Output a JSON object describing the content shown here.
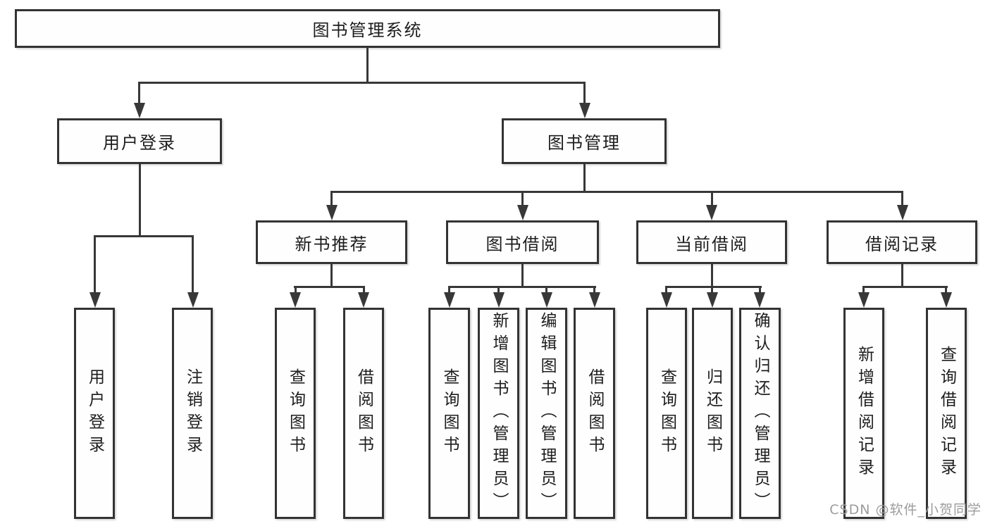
{
  "diagram": {
    "root": {
      "label": "图书管理系统"
    },
    "branches": [
      {
        "label": "用户登录",
        "children": [
          {
            "label": "用户登录"
          },
          {
            "label": "注销登录"
          }
        ]
      },
      {
        "label": "图书管理",
        "sections": [
          {
            "label": "新书推荐",
            "children": [
              {
                "label": "查询图书"
              },
              {
                "label": "借阅图书"
              }
            ]
          },
          {
            "label": "图书借阅",
            "children": [
              {
                "label": "查询图书"
              },
              {
                "label": "新增图书（管理员）"
              },
              {
                "label": "编辑图书（管理员）"
              },
              {
                "label": "借阅图书"
              }
            ]
          },
          {
            "label": "当前借阅",
            "children": [
              {
                "label": "查询图书"
              },
              {
                "label": "归还图书"
              },
              {
                "label": "确认归还（管理员）"
              }
            ]
          },
          {
            "label": "借阅记录",
            "children": [
              {
                "label": "新增借阅记录"
              },
              {
                "label": "查询借阅记录"
              }
            ]
          }
        ]
      }
    ]
  },
  "watermark": {
    "text": "CSDN @软件_小贺同学"
  },
  "colors": {
    "line": "#383838",
    "box_border": "#333333",
    "box_background": "#fefefe",
    "text": "#1d1d1d",
    "watermark_text": "#9c9c9c",
    "page_background": "#ffffff"
  }
}
